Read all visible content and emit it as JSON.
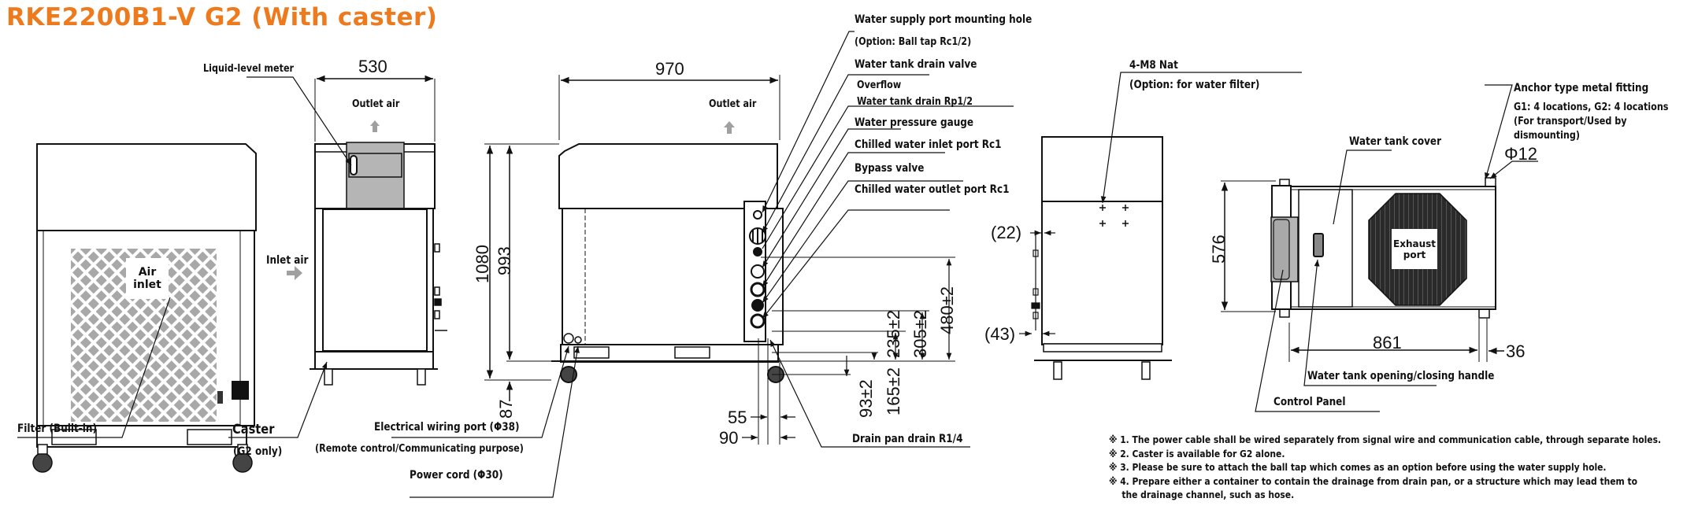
{
  "title": "RKE2200B1-V G2 (With caster)",
  "colors": {
    "title": "#ee7a1e",
    "line": "#111111",
    "panel_gray": "#b5b5b5",
    "arrow_gray": "#a0a0a0"
  },
  "front_view": {
    "air_inlet": "Air inlet",
    "filter_label": "Filter (Built-in)",
    "inlet_air": "Inlet air"
  },
  "side_view": {
    "width_dim": "530",
    "outlet_air": "Outlet air",
    "liquid_level_meter": "Liquid-level meter",
    "caster_label": "Caster",
    "caster_note": "(G2 only)"
  },
  "rear_view": {
    "width_dim": "970",
    "outlet_air": "Outlet air",
    "height_total": "1080",
    "height_body": "993",
    "height_base": "87",
    "electrical_port": "Electrical wiring port (Φ38)",
    "electrical_port_note": "(Remote control/Communicating purpose)",
    "power_cord": "Power cord (Φ30)",
    "drain_pan": "Drain pan drain R1/4",
    "port_labels": [
      "Water supply port mounting hole",
      "(Option: Ball tap Rc1/2)",
      "Water tank drain valve",
      "Overflow",
      "Water tank drain Rp1/2",
      "Water pressure gauge",
      "Chilled water inlet port Rc1",
      "Bypass valve",
      "Chilled water outlet port Rc1"
    ],
    "vertical_dims": [
      "480±2",
      "305±2",
      "235±2",
      "165±2",
      "93±2"
    ],
    "horizontal_dims": [
      "55",
      "90"
    ]
  },
  "right_side_view": {
    "nut_label": "4-M8 Nat",
    "nut_note": "(Option: for water filter)",
    "dim_22": "(22)",
    "dim_43": "(43)"
  },
  "top_view": {
    "depth_dim": "576",
    "length_dim": "861",
    "offset_dim": "36",
    "hole_dim": "Φ12",
    "water_tank_cover": "Water tank cover",
    "exhaust_port": "Exhaust port",
    "anchor_label": "Anchor type metal fitting",
    "anchor_note_1": "G1: 4 locations, G2: 4 locations",
    "anchor_note_2": "(For transport/Used by",
    "anchor_note_3": "dismounting)",
    "handle_label": "Water tank opening/closing handle",
    "control_panel": "Control Panel"
  },
  "notes": [
    "※ 1. The power cable shall be wired separately from signal wire and communication cable, through separate holes.",
    "※ 2. Caster is available for G2 alone.",
    "※ 3. Please be sure to attach the ball tap which comes as an option before using the water supply hole.",
    "※ 4. Prepare either a container to contain the drainage from drain pan, or a structure which may lead them to",
    "the drainage channel, such as hose."
  ]
}
